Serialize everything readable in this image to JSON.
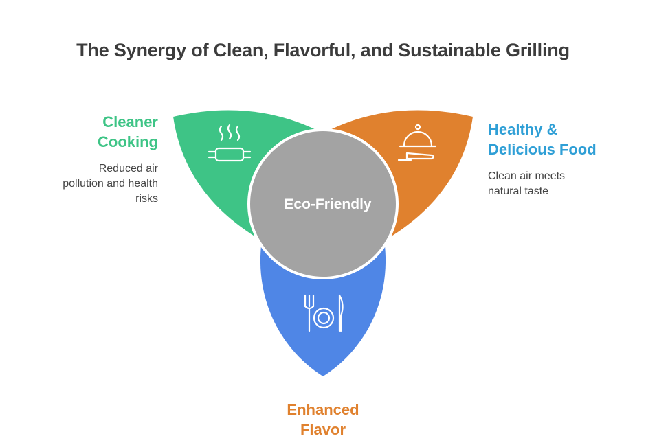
{
  "title": "The Synergy of Clean, Flavorful, and Sustainable Grilling",
  "center": {
    "label": "Eco-Friendly",
    "color": "#a3a3a3"
  },
  "petals": [
    {
      "id": "cleaner-cooking",
      "heading_lines": [
        "Cleaner",
        "Cooking"
      ],
      "description_lines": [
        "Reduced air",
        "pollution and health",
        "risks"
      ],
      "petal_color": "#3ec486",
      "heading_color": "#3ec486",
      "icon": "grill-steam-icon"
    },
    {
      "id": "healthy-delicious-food",
      "heading_lines": [
        "Healthy &",
        "Delicious Food"
      ],
      "description_lines": [
        "Clean air meets",
        "natural taste"
      ],
      "petal_color": "#e0812e",
      "heading_color": "#2f9fd6",
      "icon": "cloche-platter-icon"
    },
    {
      "id": "enhanced-flavor",
      "heading_lines": [
        "Enhanced",
        "Flavor"
      ],
      "description_lines": [],
      "petal_color": "#4f86e6",
      "heading_color": "#e0812e",
      "icon": "fork-plate-knife-icon"
    }
  ]
}
